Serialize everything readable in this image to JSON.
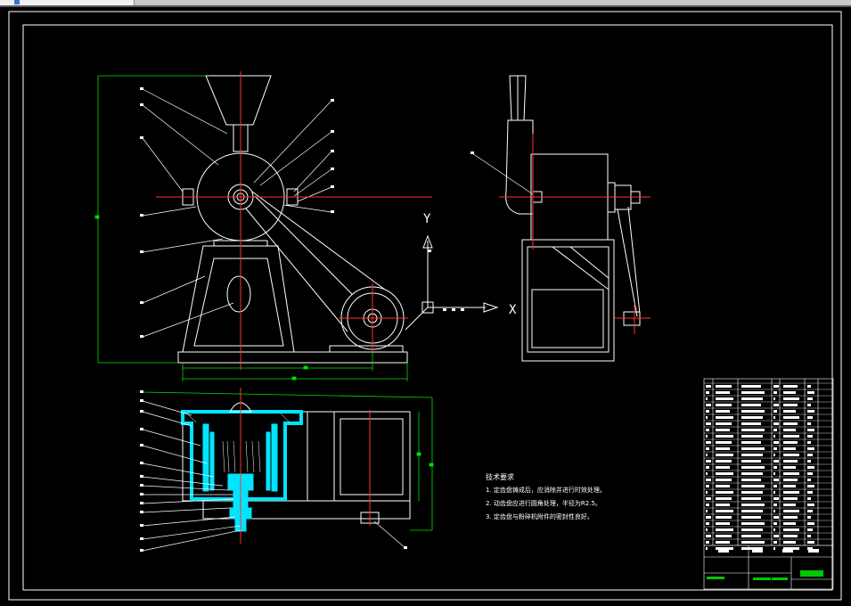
{
  "notes": {
    "title": "技术要求",
    "items": [
      "1. 定齿盘铸成后，应消除并进行时效处理。",
      "2. 动齿盘应进行圆角处理，半径为R2.5。",
      "3. 定齿盘与粉碎机附件的密封性良好。"
    ]
  },
  "axis_labels": {
    "y": "Y",
    "x": "X"
  },
  "colors": {
    "background": "#000000",
    "line": "#ffffff",
    "center_line": "#ff3030",
    "dimension": "#00e000",
    "section": "#00e5ff",
    "title_green": "#00c800"
  }
}
